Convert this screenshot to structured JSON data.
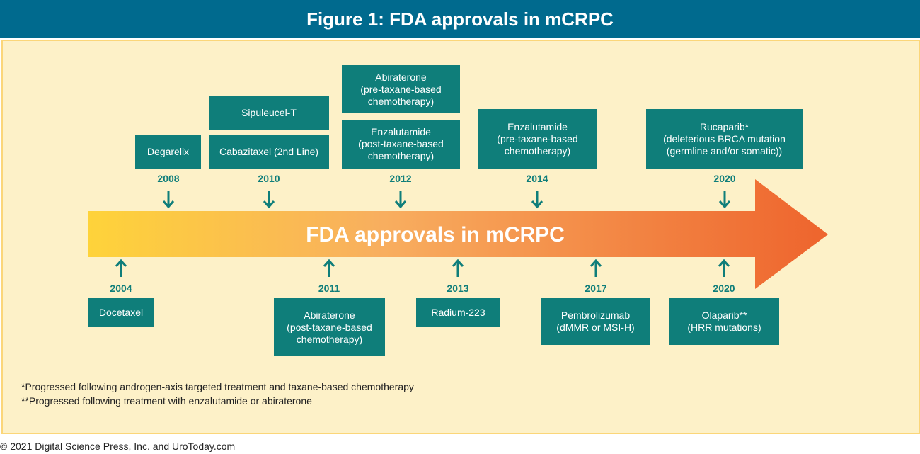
{
  "header": {
    "title": "Figure 1: FDA approvals in mCRPC"
  },
  "arrow": {
    "label": "FDA approvals in mCRPC",
    "gradient_start": "#fed33a",
    "gradient_end": "#ee642d"
  },
  "colors": {
    "box": "#0f7e7a",
    "header": "#006a8e",
    "panel": "#fdf1c8"
  },
  "top": {
    "y2008": "2008",
    "y2010": "2010",
    "y2012": "2012",
    "y2014": "2014",
    "y2020": "2020",
    "degarelix": [
      "Degarelix"
    ],
    "sipuleucel": [
      "Sipuleucel-T"
    ],
    "cabazitaxel": [
      "Cabazitaxel (2nd Line)"
    ],
    "abiraterone_pre": [
      "Abiraterone",
      "(pre-taxane-based",
      "chemotherapy)"
    ],
    "enzalutamide_post": [
      "Enzalutamide",
      "(post-taxane-based",
      "chemotherapy)"
    ],
    "enzalutamide_pre": [
      "Enzalutamide",
      "(pre-taxane-based",
      "chemotherapy)"
    ],
    "rucaparib": [
      "Rucaparib*",
      "(deleterious BRCA mutation",
      "(germline and/or somatic))"
    ]
  },
  "bottom": {
    "y2004": "2004",
    "y2011": "2011",
    "y2013": "2013",
    "y2017": "2017",
    "y2020": "2020",
    "docetaxel": [
      "Docetaxel"
    ],
    "abiraterone_post": [
      "Abiraterone",
      "(post-taxane-based",
      "chemotherapy)"
    ],
    "radium": [
      "Radium-223"
    ],
    "pembrolizumab": [
      "Pembrolizumab",
      "(dMMR or MSI-H)"
    ],
    "olaparib": [
      "Olaparib**",
      "(HRR mutations)"
    ]
  },
  "footnotes": {
    "f1": "*Progressed following androgen-axis targeted treatment and taxane-based chemotherapy",
    "f2": "**Progressed following treatment with enzalutamide or abiraterone"
  },
  "copyright": "© 2021 Digital Science Press, Inc. and UroToday.com"
}
